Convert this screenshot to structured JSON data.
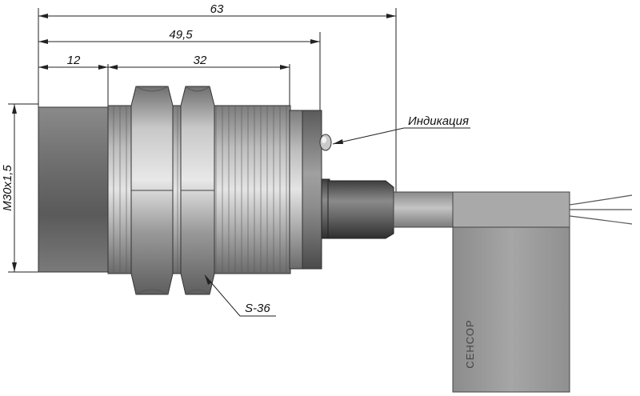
{
  "dimensions": {
    "overall_length": "63",
    "length_to_led": "49,5",
    "front_length": "12",
    "thread_length": "32",
    "thread_spec": "M30x1,5"
  },
  "callouts": {
    "indication": "Индикация",
    "wrench_size": "S-36"
  },
  "tag": {
    "brand": "СЕНСОР"
  }
}
